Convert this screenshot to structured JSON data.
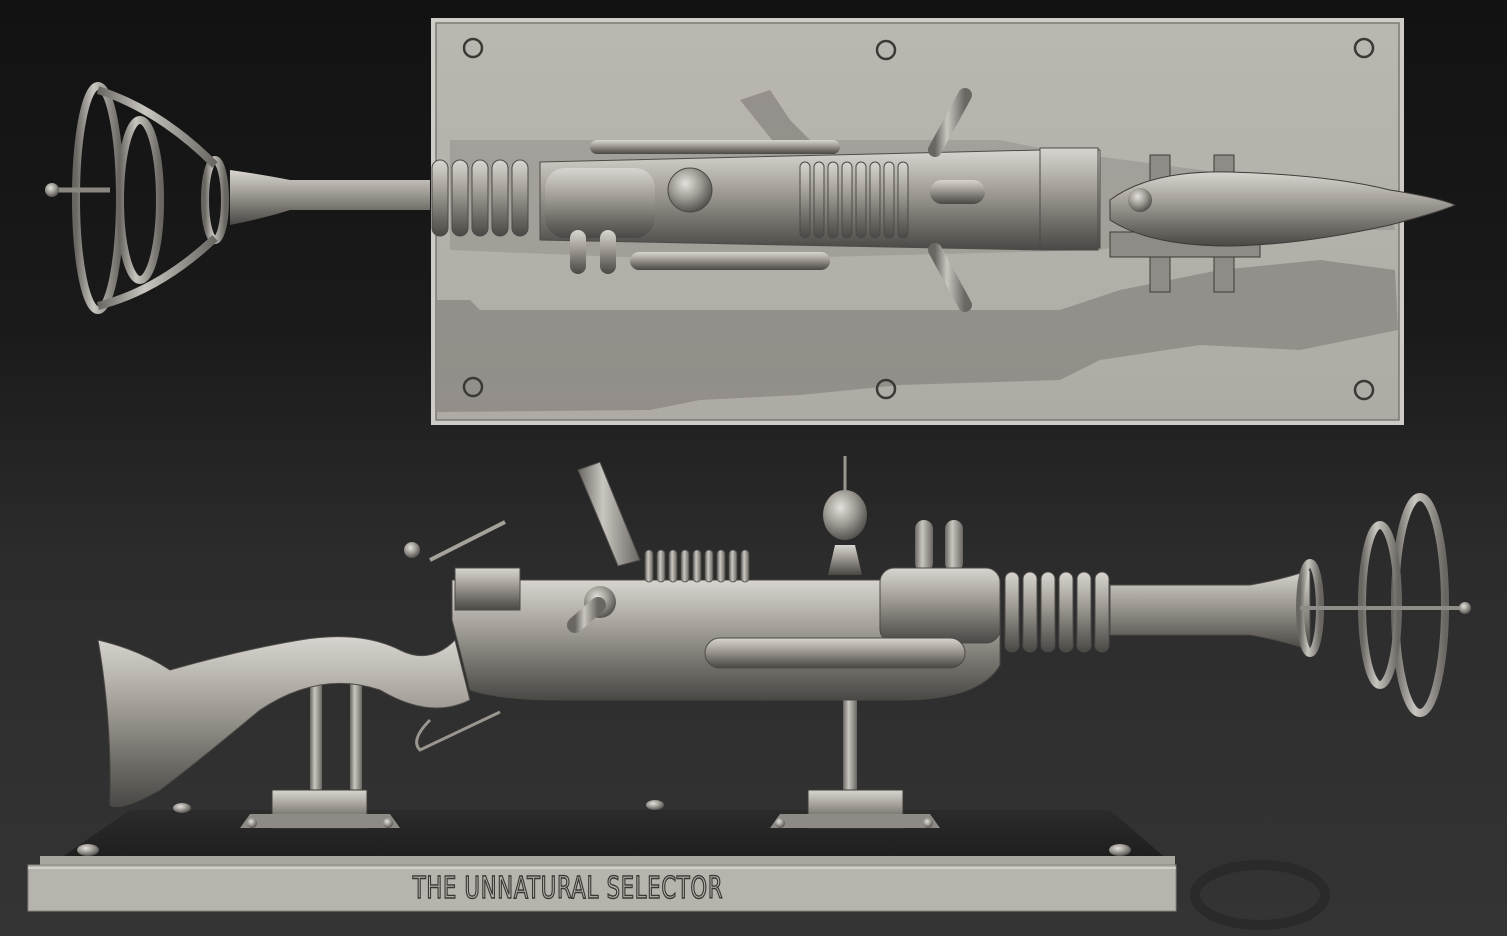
{
  "scene": {
    "description": "3D sculpt render of a steampunk ray gun shown in top view on a plaque and side view on a display stand",
    "background_color": "#141414",
    "floor_color": "#333333",
    "material_color": "#b4b0aa"
  },
  "top_view_panel": {
    "label": "top-view-plaque",
    "color": "#b6b2ac",
    "screws": 6
  },
  "side_view": {
    "label": "side-view-display"
  },
  "base": {
    "engraving": "THE UNNATURAL SELECTOR",
    "color": "#b7b3ad"
  }
}
